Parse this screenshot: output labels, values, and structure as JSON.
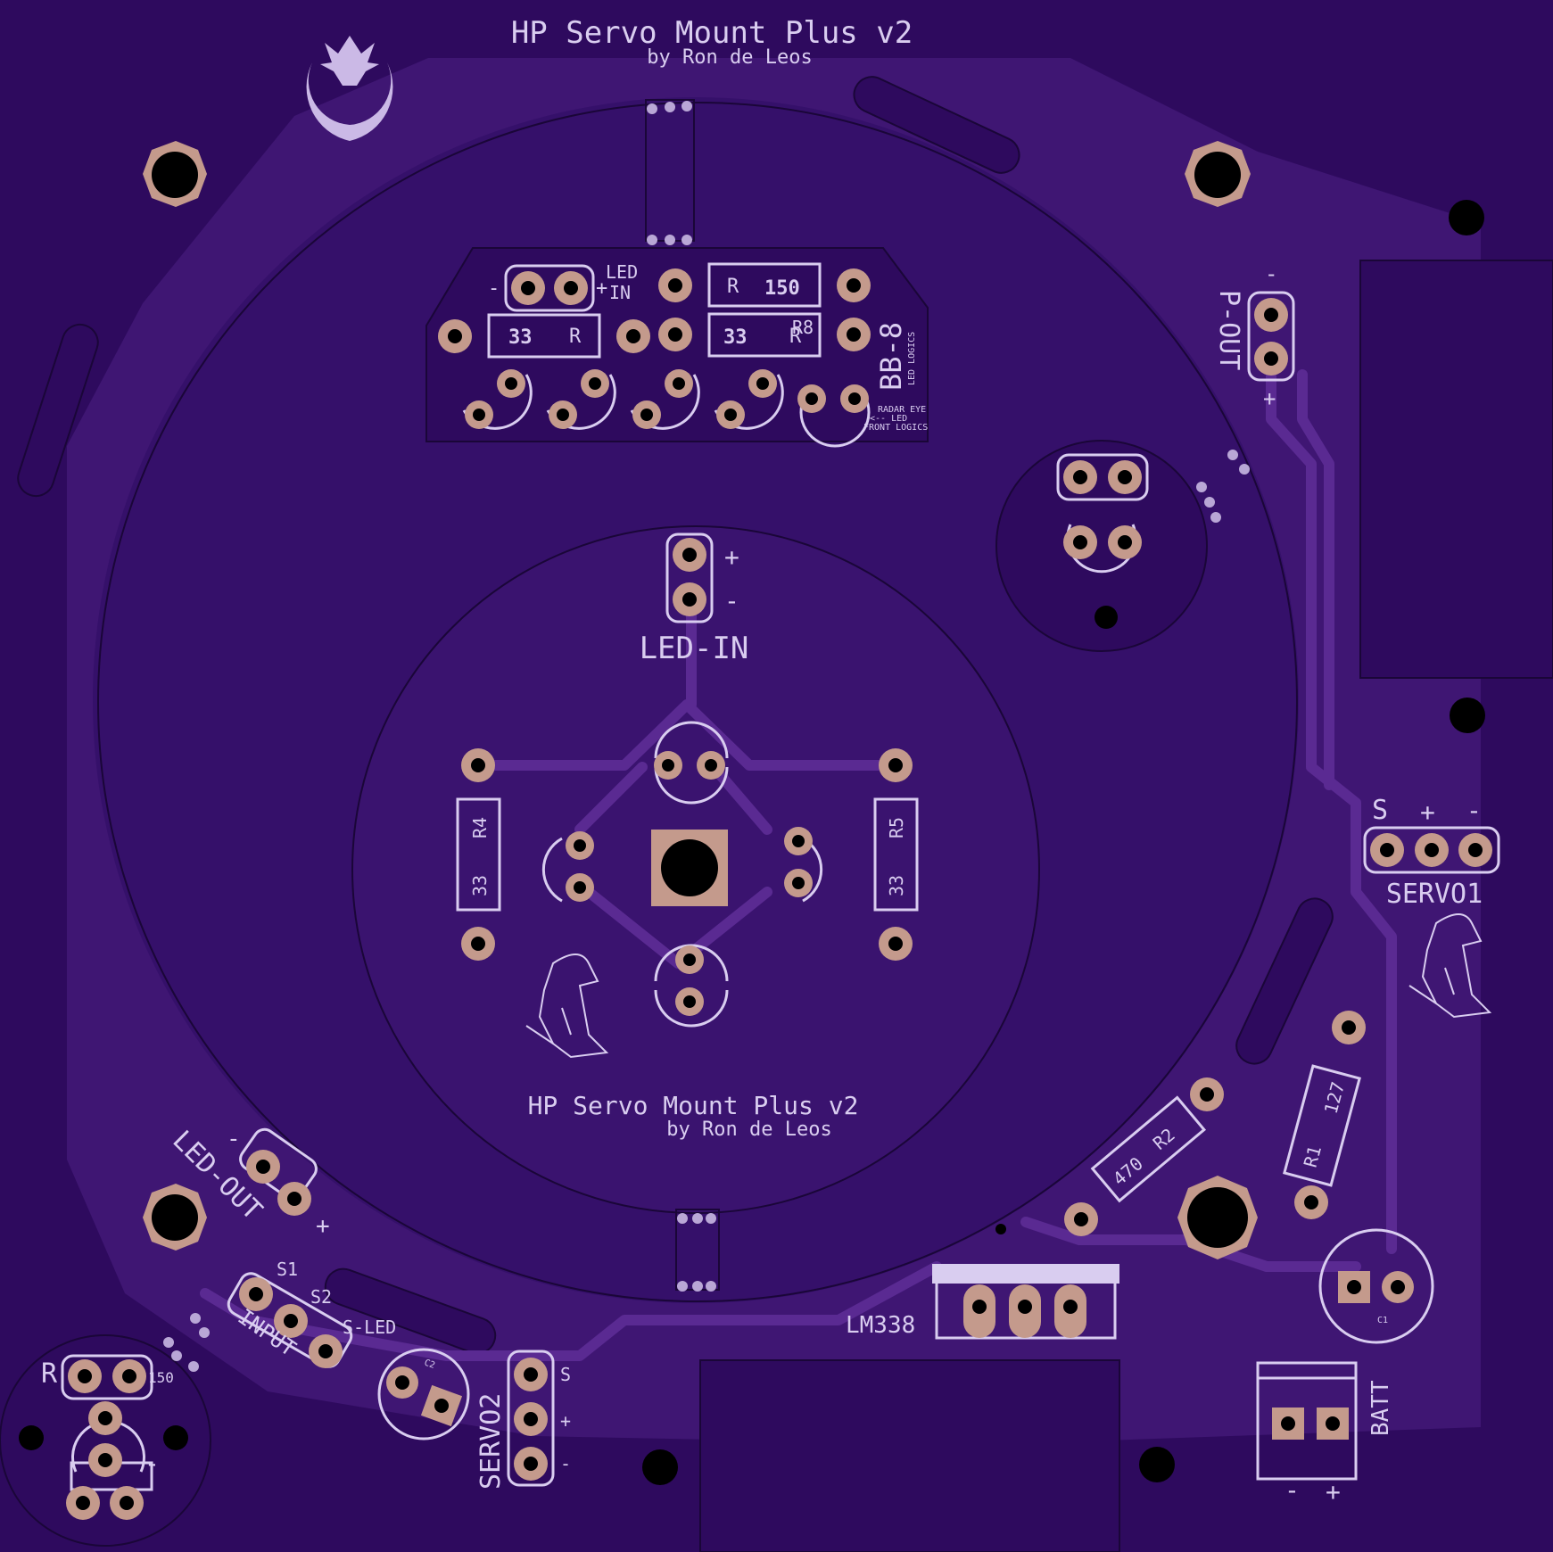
{
  "board": {
    "colors": {
      "background": "#2e0a5e",
      "copper_pour": "#3f1673",
      "inner_plane": "#35106a",
      "silkscreen": "#d9cdf0",
      "pad": "#c49a8c",
      "drill": "#000000"
    },
    "title_top": "HP Servo Mount Plus v2",
    "author_top": "by Ron de Leos",
    "title_center": "HP Servo Mount Plus v2",
    "author_center": "by Ron de Leos",
    "logo": "rebel-alliance-logo",
    "mascot": "penguin-figure"
  },
  "labels": {
    "led_in_top_minus": "-",
    "led_in_top_plus": "+",
    "led_in_top_1": "LED",
    "led_in_top_2": "IN",
    "r_150_r": "R",
    "r_150_val": "150",
    "r_33a_val": "33",
    "r_33a_r": "R",
    "r_33b_val": "33",
    "r_33b_r": "R",
    "r8": "R8",
    "bb8": "BB-8",
    "led_logics": "LED LOGICS",
    "radar_eye": "RADAR EYE",
    "led_arrow": "<-- LED",
    "front_logics": "FRONT LOGICS",
    "p_out": "P-OUT",
    "p_out_minus": "-",
    "p_out_plus": "+",
    "led_in_center": "LED-IN",
    "led_in_plus": "+",
    "led_in_minus": "-",
    "r4": "R4",
    "r4_val": "33",
    "r5": "R5",
    "r5_val": "33",
    "servo1": "SERVO1",
    "servo1_s": "S",
    "servo1_plus": "+",
    "servo1_minus": "-",
    "r1": "R1",
    "r1_val": "127",
    "r2": "R2",
    "r2_val": "470",
    "lm338": "LM338",
    "c1": "C1",
    "batt": "BATT",
    "batt_minus": "-",
    "batt_plus": "+",
    "led_out": "LED-OUT",
    "led_out_minus": "-",
    "led_out_plus": "+",
    "s1": "S1",
    "s2": "S2",
    "s_led": "S-LED",
    "input": "INPUT",
    "c2": "C2",
    "servo2": "SERVO2",
    "servo2_s": "S",
    "servo2_plus": "+",
    "servo2_minus": "-",
    "r_bottom": "R",
    "r_bottom_val": "150",
    "bottom_minus": "-"
  }
}
